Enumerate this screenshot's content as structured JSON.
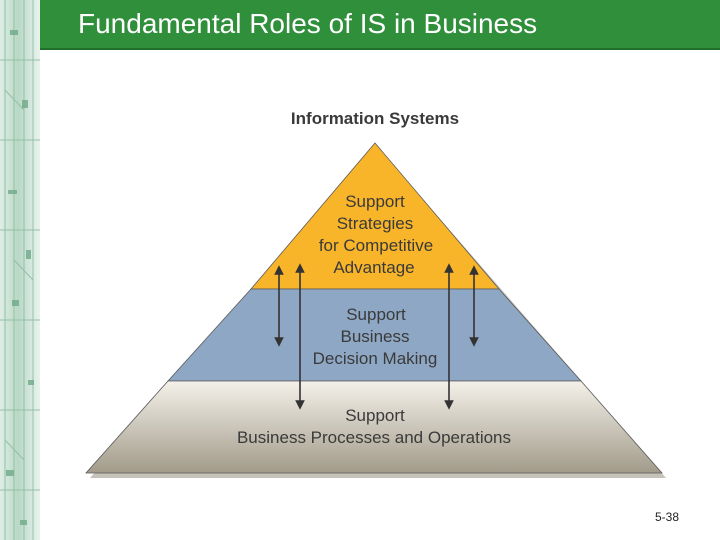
{
  "slide": {
    "title": "Fundamental Roles of IS in Business",
    "page_number": "5-38"
  },
  "diagram": {
    "heading": "Information Systems",
    "tiers": [
      {
        "lines": [
          "Support",
          "Strategies",
          "for Competitive",
          "Advantage"
        ],
        "color": "#f8b52a"
      },
      {
        "lines": [
          "Support",
          "Business",
          "Decision Making"
        ],
        "color": "#8ea7c4"
      },
      {
        "lines": [
          "Support",
          "Business Processes and Operations"
        ],
        "color": "#cbc6b8"
      }
    ]
  },
  "colors": {
    "title_bar": "#2f8f3a",
    "text": "#3a3a3a"
  }
}
